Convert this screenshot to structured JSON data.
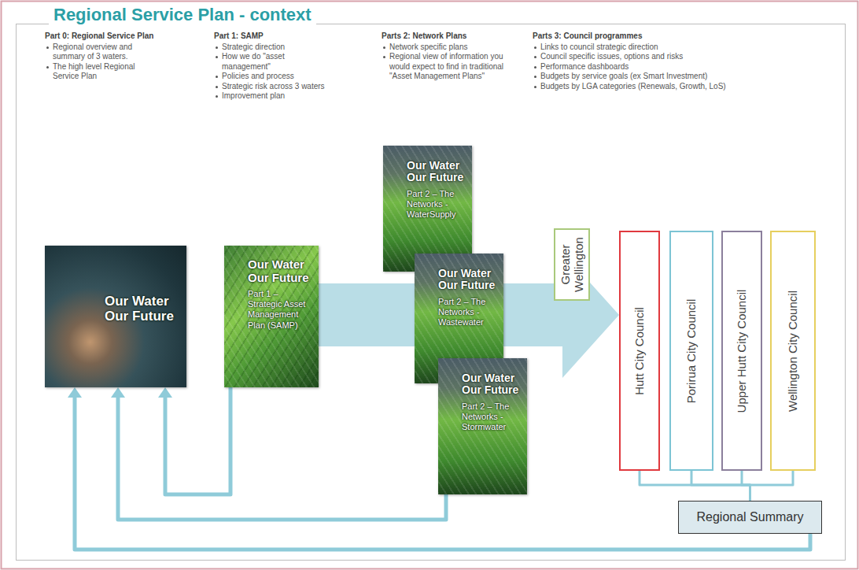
{
  "diagram": {
    "title": "Regional Service Plan - context",
    "nodes": [
      {
        "text": [
          "Our Water Our Future"
        ]
      },
      {
        "text": [
          "Our Water Our Future",
          "Part 1 – Strategic Asset Management Plan (SAMP)"
        ]
      },
      {
        "text": [
          "Our Water Our Future",
          "Part 2 – The Networks - WaterSupply"
        ]
      },
      {
        "text": [
          "Our Water Our Future",
          "Part 2 – The Networks - Wastewater"
        ]
      },
      {
        "text": [
          "Our Water Our Future",
          "Part 2 – The Networks - Stormwater"
        ]
      },
      {
        "text": [
          "Greater Wellington"
        ]
      },
      {
        "text": [
          "Hutt City Council"
        ]
      },
      {
        "text": [
          "Porirua City Council"
        ]
      },
      {
        "text": [
          "Upper Hutt City Council"
        ]
      },
      {
        "text": [
          "Wellington City Council"
        ]
      },
      {
        "text": [
          "Regional Summary"
        ]
      }
    ],
    "edges": [
      {
        "from": 1,
        "to": 3,
        "arrow": "none"
      },
      {
        "from": 3,
        "to": 6,
        "arrow": "to"
      },
      {
        "from": 6,
        "to": 10,
        "arrow": "none"
      },
      {
        "from": 7,
        "to": 10,
        "arrow": "none"
      },
      {
        "from": 8,
        "to": 10,
        "arrow": "none"
      },
      {
        "from": 9,
        "to": 10,
        "arrow": "none"
      },
      {
        "from": 1,
        "to": 0,
        "arrow": "to"
      },
      {
        "from": 4,
        "to": 0,
        "arrow": "to"
      },
      {
        "from": 10,
        "to": 0,
        "arrow": "to"
      }
    ],
    "labels": [
      "Part 0: Regional Service Plan",
      "Regional overview and summary of 3 waters.",
      "The high level Regional Service Plan",
      "Part 1: SAMP",
      "Strategic direction",
      "How we do \"asset management\"",
      "Policies and process",
      "Strategic risk across 3 waters",
      "Improvement plan",
      "Parts 2: Network Plans",
      "Network specific plans",
      "Regional view of information you would expect to find in traditional \"Asset Management Plans\"",
      "Parts 3: Council programmes",
      "Links to council strategic direction",
      "Council specific issues, options and risks",
      "Performance dashboards",
      "Budgets by service goals (ex Smart Investment)",
      "Budgets by LGA categories (Renewals, Growth, LoS)"
    ]
  }
}
